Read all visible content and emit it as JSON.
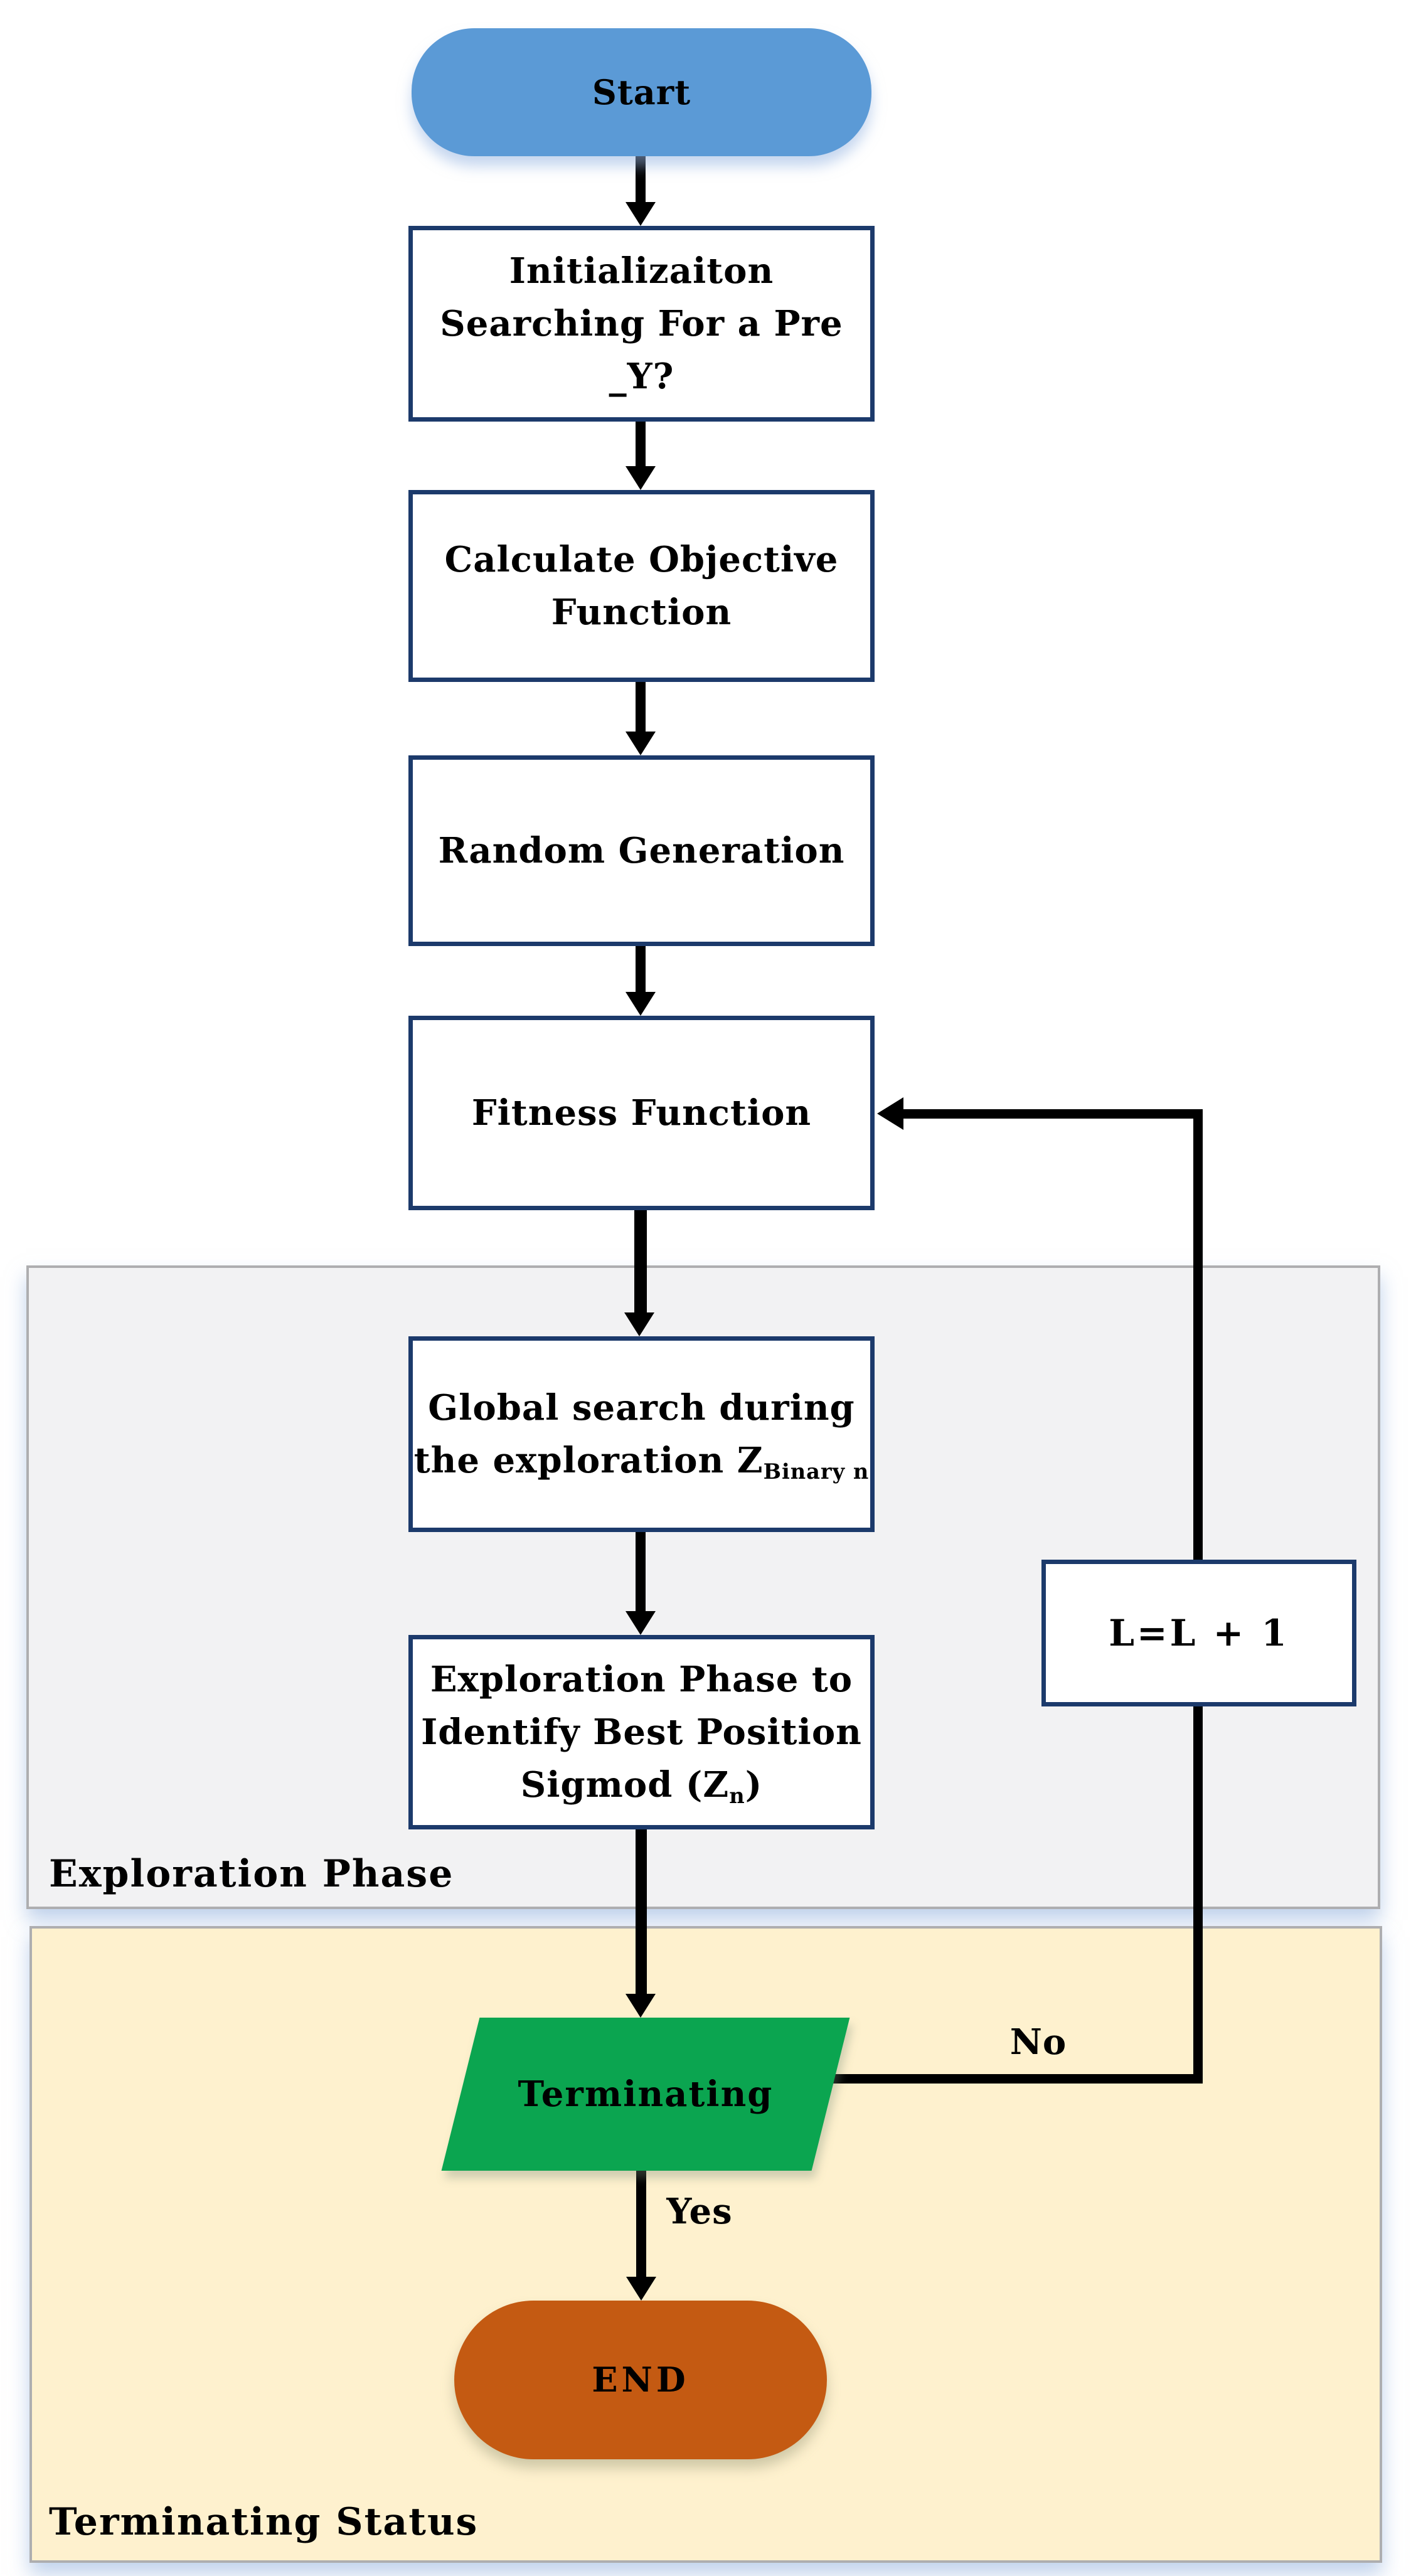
{
  "diagram": {
    "type": "flowchart",
    "colors": {
      "start_fill": "#5b9ad6",
      "end_fill": "#c45a12",
      "terminating_fill": "#0ba550",
      "box_border": "#1c3a6b",
      "exploration_region_fill": "#f2f2f3",
      "terminating_region_fill": "#fef1ce",
      "region_border": "#aeaeb0",
      "connector": "#000000"
    },
    "nodes": {
      "start": {
        "label": "Start"
      },
      "init": {
        "line1": "Initializaiton",
        "line2": "Searching For a Pre _Y?"
      },
      "objective": {
        "line1": "Calculate Objective",
        "line2": "Function"
      },
      "random": {
        "label": "Random Generation"
      },
      "fitness": {
        "label": "Fitness Function"
      },
      "global_search": {
        "line1": "Global search during",
        "line2_pre": "the exploration Z",
        "line2_sub": "Binary n"
      },
      "exploration": {
        "line1": "Exploration Phase to",
        "line2": "Identify Best Position",
        "line3_pre": "Sigmod (Z",
        "line3_sub": "n",
        "line3_post": ")"
      },
      "counter": {
        "label": "L=L + 1"
      },
      "terminating": {
        "label": "Terminating"
      },
      "end": {
        "label": "END"
      }
    },
    "edges": {
      "no_label": "No",
      "yes_label": "Yes"
    },
    "regions": {
      "exploration_label": "Exploration Phase",
      "terminating_label": "Terminating Status"
    }
  }
}
